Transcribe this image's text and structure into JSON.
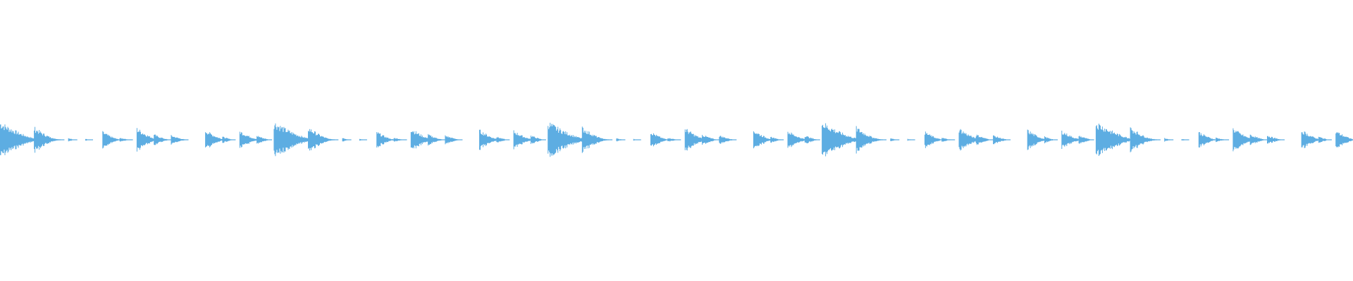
{
  "waveform": {
    "color": "#5dade2",
    "background": "#ffffff",
    "duration_bars": 5,
    "beats_per_bar": 8,
    "pattern": [
      {
        "beat": 0,
        "amp": 1.0,
        "decay": 1.0
      },
      {
        "beat": 0.5,
        "amp": 0.3,
        "decay": 0.4
      },
      {
        "beat": 1,
        "amp": 0.7,
        "decay": 0.6
      },
      {
        "beat": 1.5,
        "amp": 0.12,
        "decay": 0.3
      },
      {
        "beat": 2,
        "amp": 0.1,
        "decay": 0.2
      },
      {
        "beat": 2.5,
        "amp": 0.05,
        "decay": 0.15
      },
      {
        "beat": 3,
        "amp": 0.45,
        "decay": 0.45
      },
      {
        "beat": 3.5,
        "amp": 0.12,
        "decay": 0.3
      },
      {
        "beat": 4,
        "amp": 0.65,
        "decay": 0.55
      },
      {
        "beat": 4.5,
        "amp": 0.3,
        "decay": 0.4
      },
      {
        "beat": 5,
        "amp": 0.25,
        "decay": 0.4
      },
      {
        "beat": 6,
        "amp": 0.55,
        "decay": 0.5
      },
      {
        "beat": 6.5,
        "amp": 0.18,
        "decay": 0.3
      },
      {
        "beat": 7,
        "amp": 0.5,
        "decay": 0.5
      },
      {
        "beat": 7.5,
        "amp": 0.25,
        "decay": 0.35
      }
    ]
  }
}
